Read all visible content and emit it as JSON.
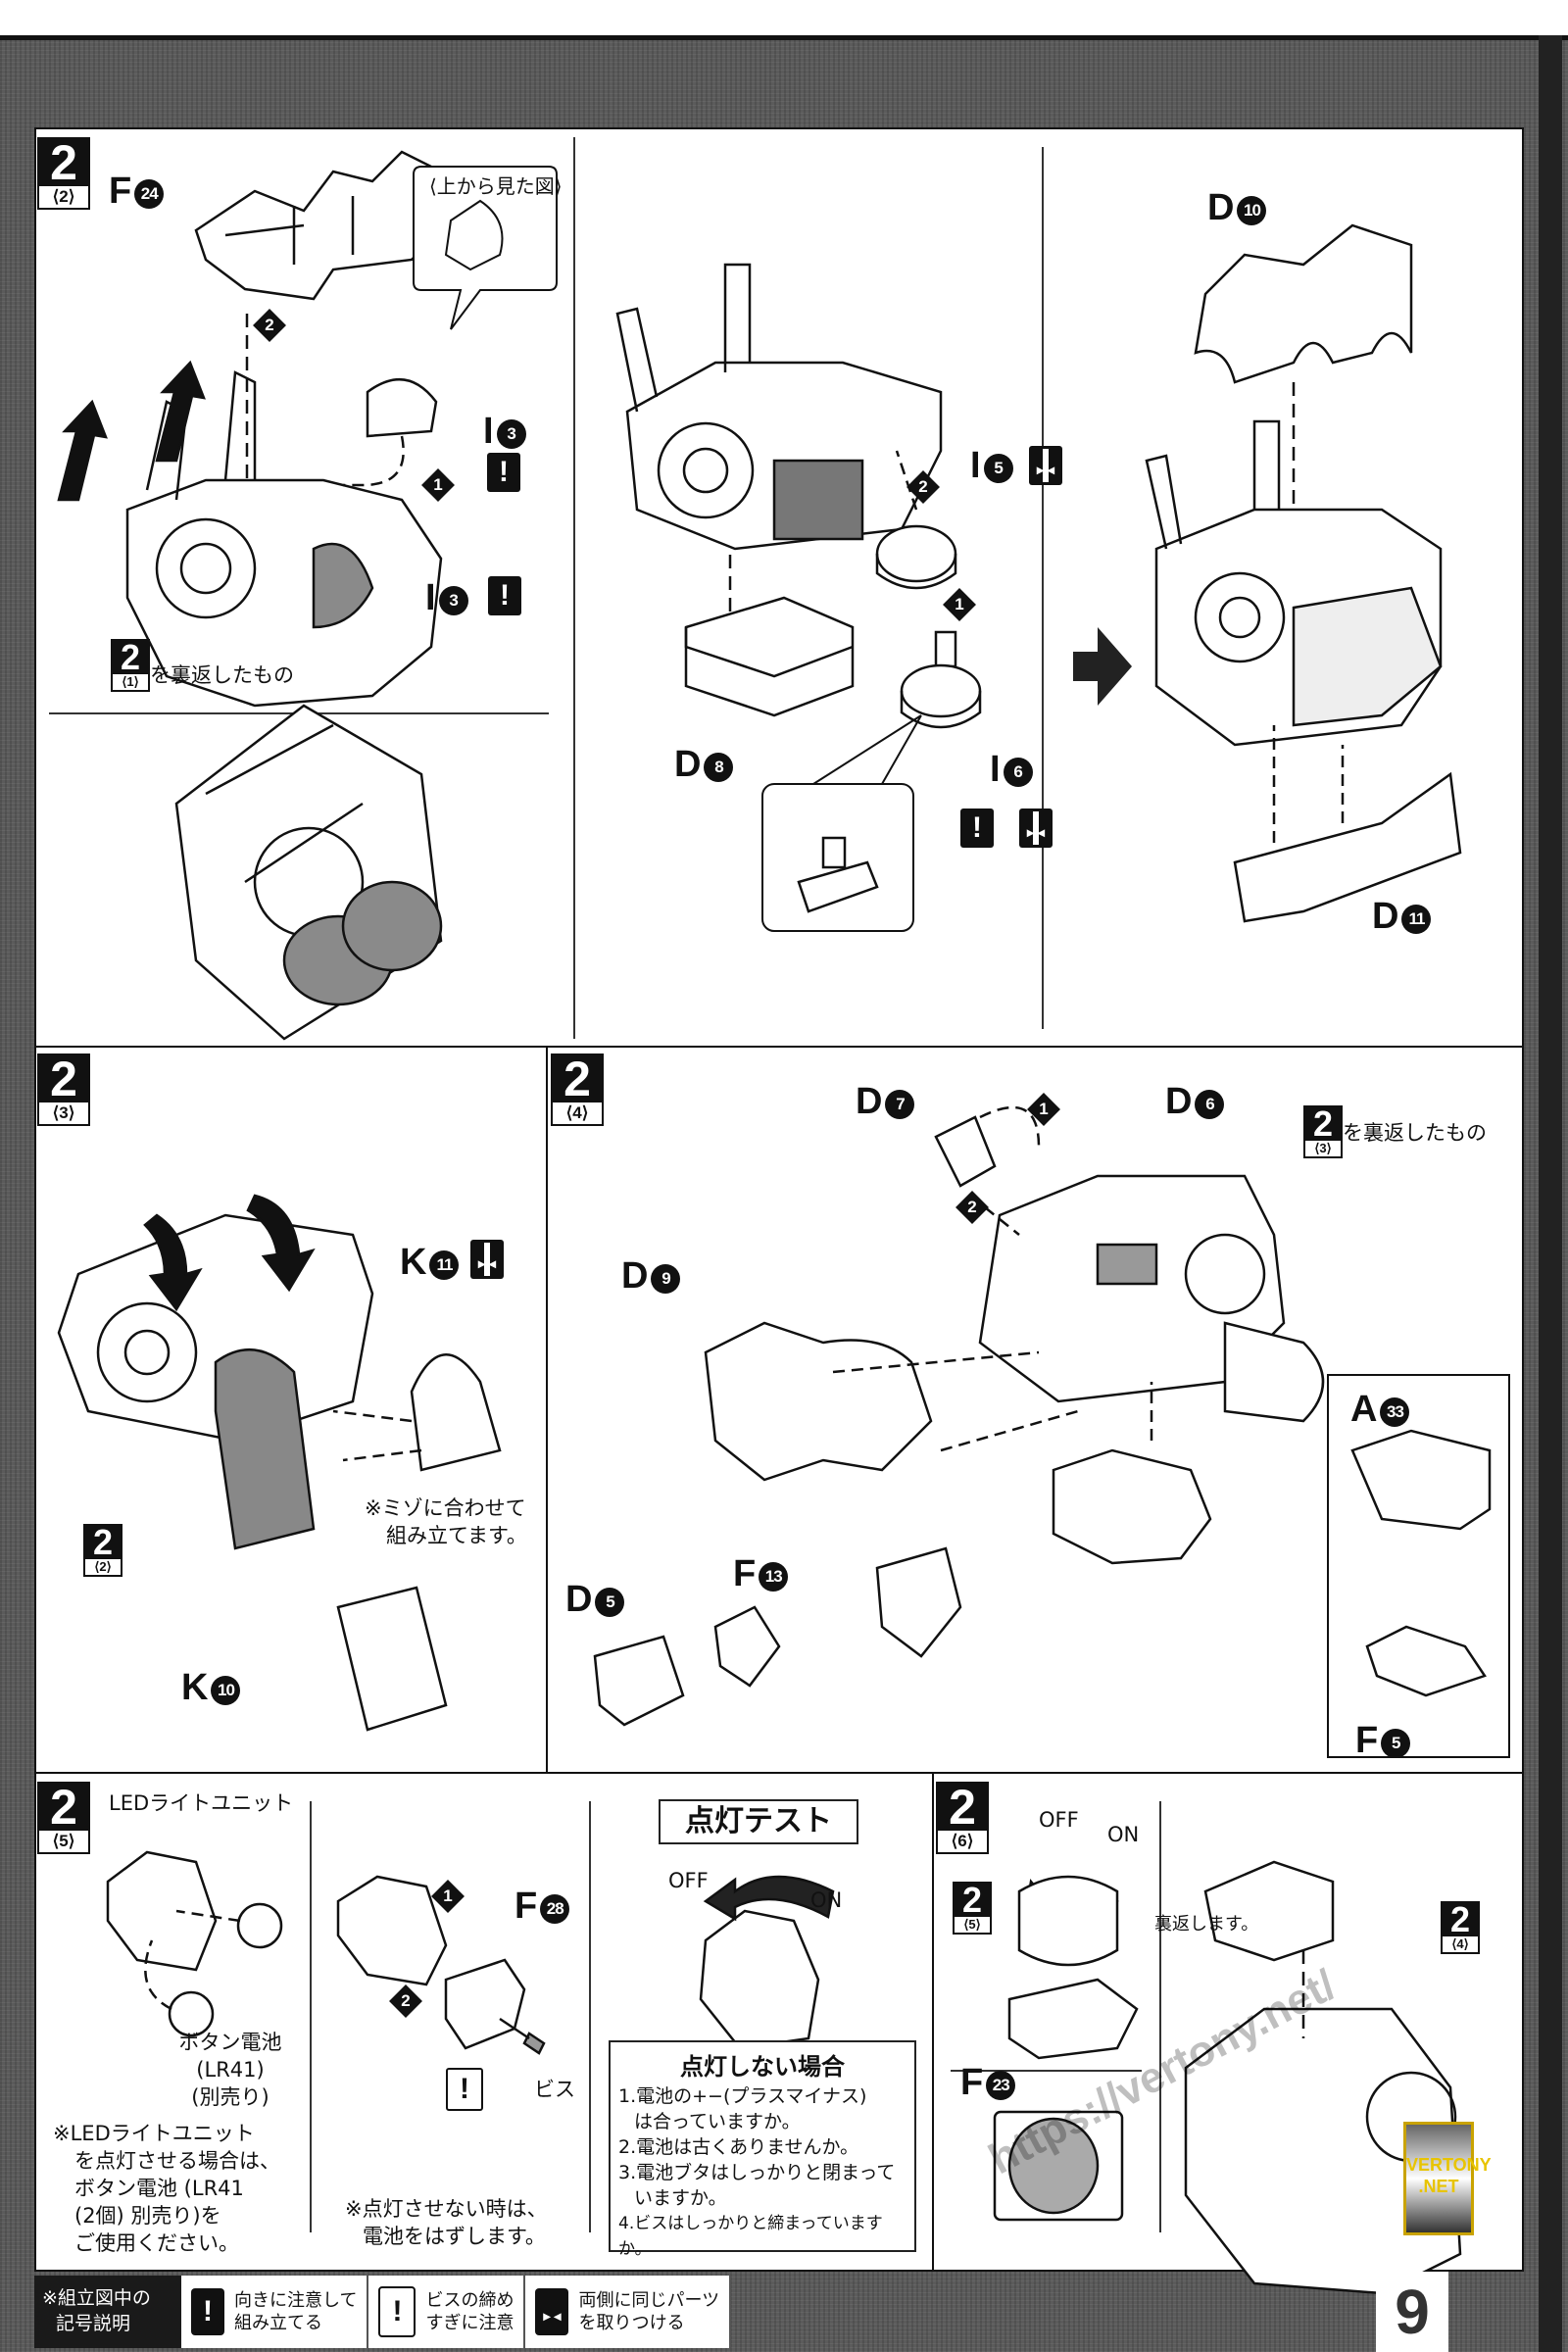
{
  "page_number": "9",
  "panels": {
    "p2_2": {
      "step": "2",
      "sub": "⟨2⟩",
      "f24": {
        "letter": "F",
        "num": "24"
      },
      "top_view_label": "⟨上から見た図⟩",
      "i3a": {
        "letter": "I",
        "num": "3"
      },
      "i3b": {
        "letter": "I",
        "num": "3"
      },
      "step1": "1",
      "step2": "2",
      "ref_step": "2",
      "ref_sub": "⟨1⟩",
      "ref_text": "を裏返したもの",
      "d8": {
        "letter": "D",
        "num": "8"
      },
      "i5": {
        "letter": "I",
        "num": "5"
      },
      "i6": {
        "letter": "I",
        "num": "6"
      },
      "d10": {
        "letter": "D",
        "num": "10"
      },
      "d11": {
        "letter": "D",
        "num": "11"
      }
    },
    "p2_3": {
      "step": "2",
      "sub": "⟨3⟩",
      "k11": {
        "letter": "K",
        "num": "11"
      },
      "k10": {
        "letter": "K",
        "num": "10"
      },
      "note": [
        "※ミゾに合わせて",
        "組み立てます。"
      ],
      "ref_step": "2",
      "ref_sub": "⟨2⟩"
    },
    "p2_4": {
      "step": "2",
      "sub": "⟨4⟩",
      "d7": {
        "letter": "D",
        "num": "7"
      },
      "d6": {
        "letter": "D",
        "num": "6"
      },
      "d9": {
        "letter": "D",
        "num": "9"
      },
      "d5": {
        "letter": "D",
        "num": "5"
      },
      "f13": {
        "letter": "F",
        "num": "13"
      },
      "a33": {
        "letter": "A",
        "num": "33"
      },
      "f5": {
        "letter": "F",
        "num": "5"
      },
      "ref_step": "2",
      "ref_sub": "⟨3⟩",
      "ref_text": "を裏返したもの",
      "step1": "1",
      "step2": "2"
    },
    "p2_5": {
      "step": "2",
      "sub": "⟨5⟩",
      "led_label": "LEDライトユニット",
      "battery": [
        "ボタン電池",
        "(LR41)",
        "(別売り)"
      ],
      "note": [
        "※LEDライトユニット",
        "を点灯させる場合は、",
        "ボタン電池 (LR41",
        "(2個) 別売り)を",
        "ご使用ください。"
      ],
      "f28": {
        "letter": "F",
        "num": "28"
      },
      "screw": "ビス",
      "step1": "1",
      "step2": "2",
      "remove_note": [
        "※点灯させない時は、",
        "電池をはずします。"
      ]
    },
    "light_test": {
      "title": "点灯テスト",
      "off": "OFF",
      "on": "ON",
      "trouble_title": "点灯しない場合",
      "trouble_items": [
        "1.電池の+−(プラスマイナス)",
        "は合っていますか。",
        "2.電池は古くありませんか。",
        "3.電池ブタはしっかりと閉まって",
        "いますか。",
        "4.ビスはしっかりと締まっていますか。"
      ]
    },
    "p2_6": {
      "step": "2",
      "sub": "⟨6⟩",
      "off": "OFF",
      "on": "ON",
      "ref5_step": "2",
      "ref5_sub": "⟨5⟩",
      "flip_text": "裏返します。",
      "f23": {
        "letter": "F",
        "num": "23"
      },
      "ref4_step": "2",
      "ref4_sub": "⟨4⟩"
    }
  },
  "legend": {
    "heading": [
      "※組立図中の",
      "記号説明"
    ],
    "items": [
      {
        "icon": "exclamation-icon",
        "text": [
          "向きに注意して",
          "組み立てる"
        ]
      },
      {
        "icon": "screw-caution-icon",
        "text": [
          "ビスの締め",
          "すぎに注意"
        ]
      },
      {
        "icon": "both-sides-icon",
        "text": [
          "両側に同じパーツ",
          "を取りつける"
        ]
      }
    ]
  },
  "watermark": {
    "url": "https://vertony.net/",
    "logo": [
      "VERTONY",
      ".NET"
    ]
  }
}
